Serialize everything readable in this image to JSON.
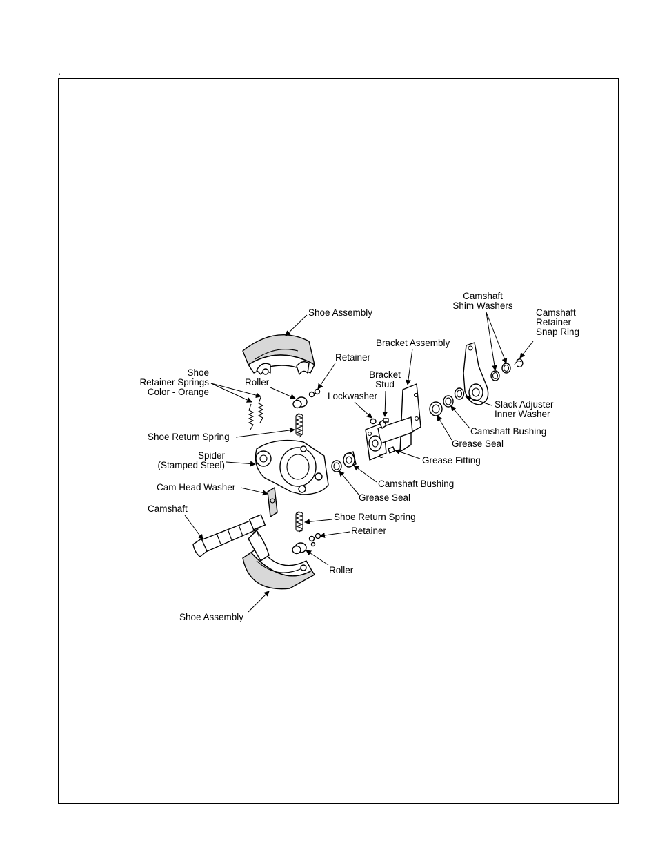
{
  "page": {
    "corner_mark": "."
  },
  "labels": {
    "shoe_assembly_top": "Shoe Assembly",
    "retainer_top": "Retainer",
    "roller_top": "Roller",
    "shoe_retainer_springs": [
      "Shoe",
      "Retainer Springs",
      "Color - Orange"
    ],
    "shoe_return_spring_top": "Shoe Return Spring",
    "spider": [
      "Spider",
      "(Stamped Steel)"
    ],
    "cam_head_washer": "Cam Head Washer",
    "camshaft": "Camshaft",
    "shoe_return_spring_bottom": "Shoe Return Spring",
    "retainer_bottom": "Retainer",
    "roller_bottom": "Roller",
    "shoe_assembly_bottom": "Shoe Assembly",
    "bracket_assembly": "Bracket Assembly",
    "bracket_stud": [
      "Bracket",
      "Stud"
    ],
    "lockwasher": "Lockwasher",
    "grease_fitting": "Grease Fitting",
    "camshaft_bushing_left": "Camshaft Bushing",
    "grease_seal_left": "Grease Seal",
    "grease_seal_right": "Grease Seal",
    "camshaft_bushing_right": "Camshaft Bushing",
    "slack_adjuster_inner_washer": [
      "Slack Adjuster",
      "Inner Washer"
    ],
    "camshaft_shim_washers": [
      "Camshaft",
      "Shim Washers"
    ],
    "camshaft_retainer_snap_ring": [
      "Camshaft",
      "Retainer",
      "Snap Ring"
    ]
  }
}
